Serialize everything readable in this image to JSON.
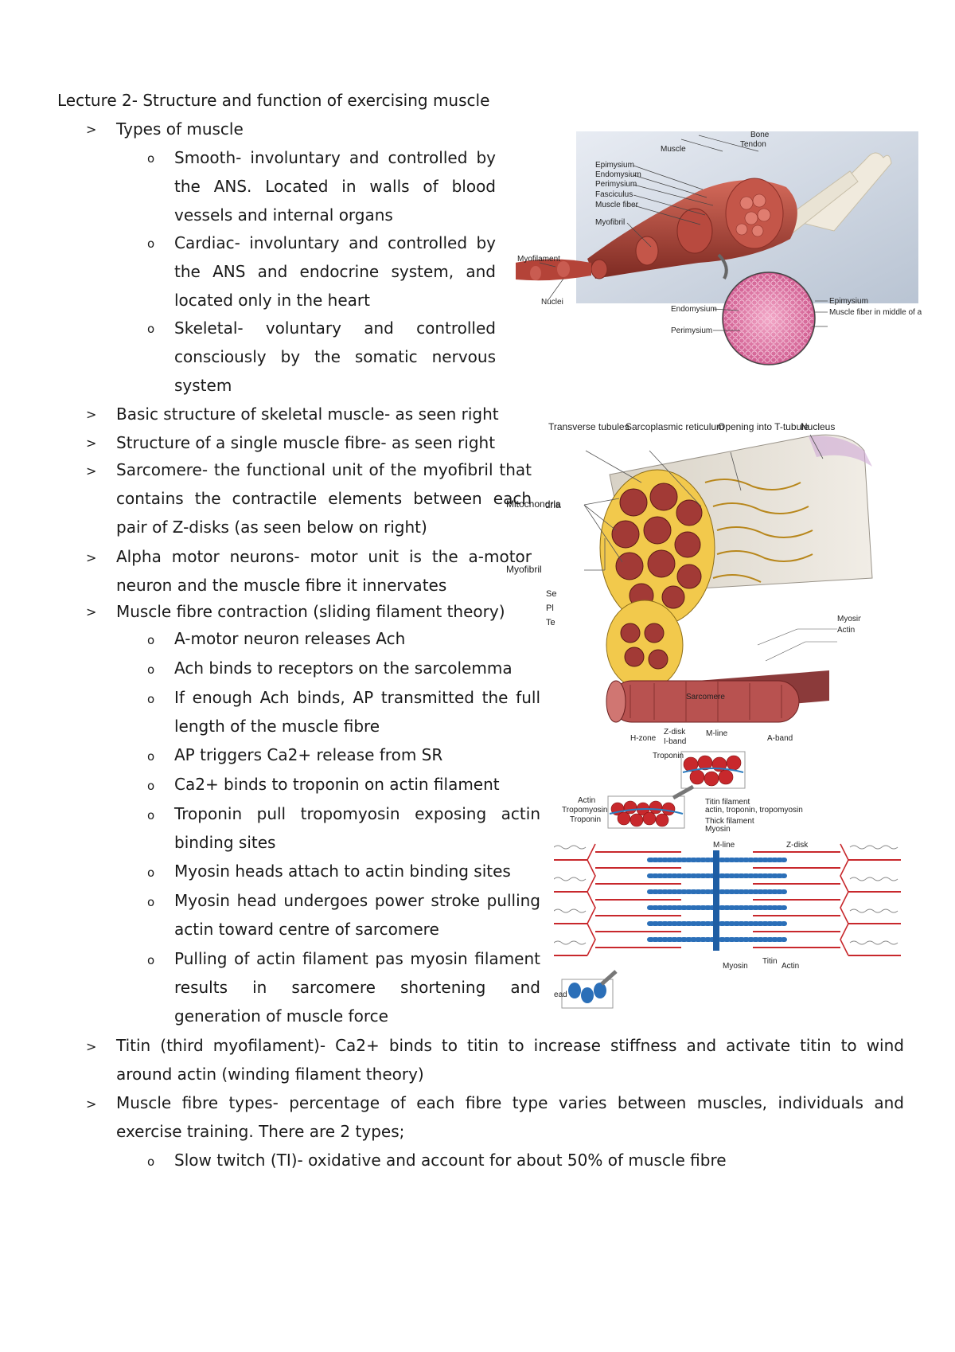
{
  "title": "Lecture 2- Structure and function of exercising muscle",
  "items": {
    "types": "Types of muscle",
    "smooth": [
      "Smooth- involuntary and controlled by",
      "the ANS. Located in walls of blood",
      "vessels and internal organs"
    ],
    "cardiac": [
      "Cardiac- involuntary and controlled by",
      "the ANS and endocrine system, and",
      "located only in the heart"
    ],
    "skeletal": [
      "Skeletal- voluntary and controlled",
      "consciously by the somatic nervous",
      "system"
    ],
    "basic": "Basic structure of skeletal muscle- as seen right",
    "single": "Structure of a single muscle fibre- as seen right",
    "sarcomere": [
      "Sarcomere- the functional unit of the myofibril that",
      "contains the contractile elements between each",
      "pair of Z-disks (as seen below on right)"
    ],
    "alpha": [
      "Alpha motor neurons- motor unit is the a-motor",
      "neuron and the muscle fibre it innervates"
    ],
    "contraction": "Muscle fibre contraction (sliding filament theory)",
    "steps": [
      [
        "A-motor neuron releases Ach"
      ],
      [
        "Ach binds to receptors on the sarcolemma"
      ],
      [
        "If enough Ach binds, AP transmitted the full",
        "length of the muscle fibre"
      ],
      [
        "AP triggers Ca2+ release from SR"
      ],
      [
        "Ca2+ binds to troponin on actin filament"
      ],
      [
        "Troponin pull tropomyosin exposing actin",
        "binding sites"
      ],
      [
        "Myosin heads attach to actin binding sites"
      ],
      [
        "Myosin head undergoes power stroke pulling",
        "actin toward centre of sarcomere"
      ],
      [
        "Pulling of actin filament pas myosin filament",
        "results in sarcomere shortening and",
        "generation of muscle force"
      ]
    ],
    "titin": [
      "Titin (third myofilament)- Ca2+ binds to titin to increase stiffness and activate titin to wind",
      "around actin (winding filament theory)"
    ],
    "fibretypes": [
      "Muscle fibre types- percentage of each fibre type varies between muscles, individuals and",
      "exercise training. There are 2 types;"
    ],
    "slow": "Slow twitch (TI)- oxidative and account for about 50% of muscle fibre"
  },
  "symbols": {
    "arrow": ">",
    "sub": "o"
  },
  "figures": {
    "muscle": {
      "labels": [
        "Bone",
        "Tendon",
        "Muscle",
        "Epimysium",
        "Endomysium",
        "Perimysium",
        "Fasciculus",
        "Muscle fiber",
        "Myofibril",
        "Myofilament",
        "Nuclei",
        "Endomysium",
        "Perimysium",
        "Epimysium",
        "Muscle fiber in middle of a fascicle"
      ]
    },
    "fibre": {
      "labels": [
        "Transverse tubules",
        "Sarcoplasmic reticulum",
        "Opening into T-tubule",
        "Nucleus",
        "Mitochondria",
        "Myofibril",
        "Se",
        "Pl",
        "Te"
      ]
    },
    "sarcomere": {
      "labels": [
        "Myosin",
        "Actin",
        "Sarcomere",
        "Z-disk",
        "H-zone",
        "I-band",
        "M-line",
        "A-band"
      ]
    },
    "filament": {
      "labels": [
        "Troponin",
        "Actin",
        "Tropomyosin",
        "Troponin",
        "Titin filament",
        "actin, troponin, tropomyosin",
        "Thick filament",
        "Myosin",
        "M-line",
        "Z-disk",
        "Myosin",
        "Titin",
        "Actin",
        "Myosin head"
      ]
    }
  }
}
